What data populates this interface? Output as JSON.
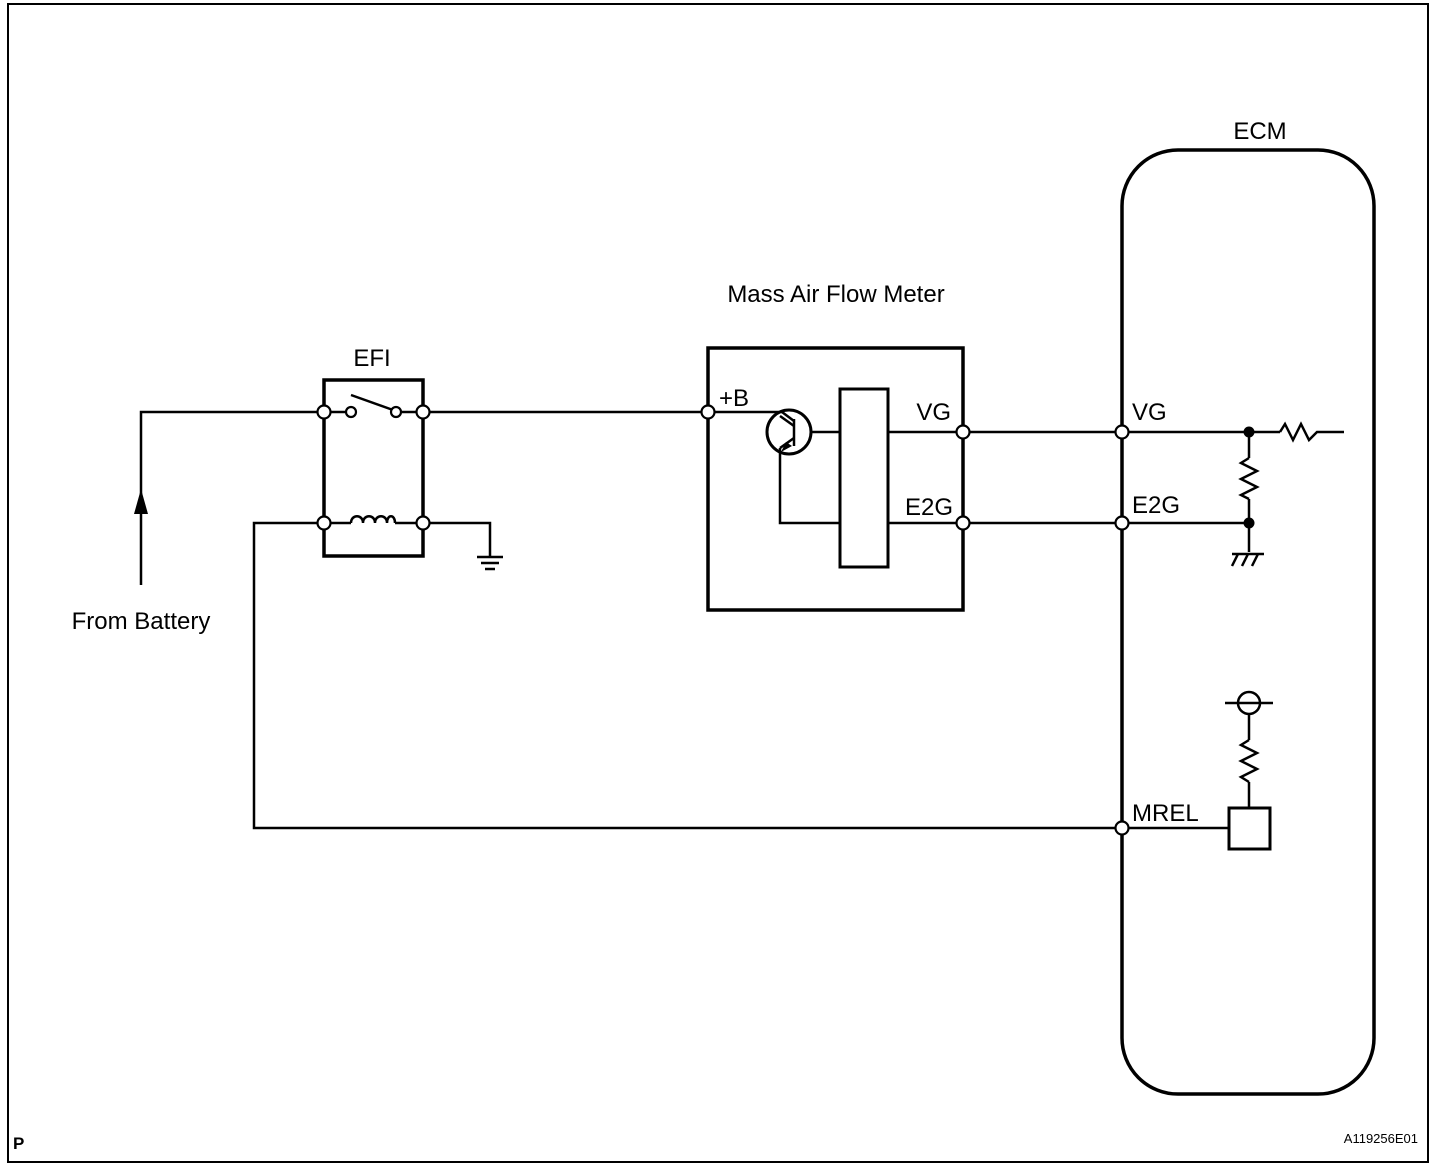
{
  "diagram": {
    "components": {
      "efi_relay": "EFI",
      "maf_meter": "Mass Air Flow Meter",
      "ecm": "ECM"
    },
    "terminals": {
      "maf_plus_b": "+B",
      "maf_vg": "VG",
      "maf_e2g": "E2G",
      "ecm_vg": "VG",
      "ecm_e2g": "E2G",
      "ecm_mrel": "MREL"
    },
    "source_label": "From Battery",
    "corner_letter": "P",
    "figure_id": "A119256E01"
  }
}
